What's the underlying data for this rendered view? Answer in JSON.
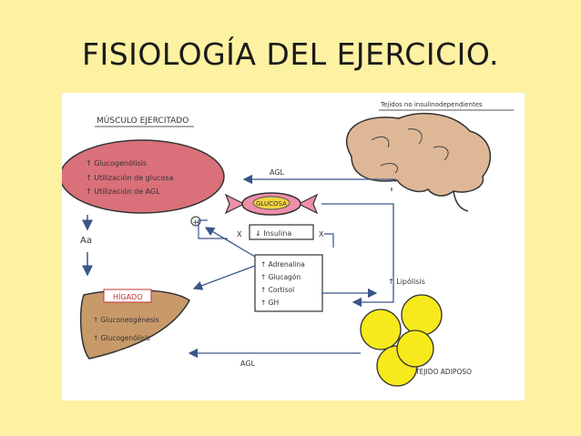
{
  "slide": {
    "title": "FISIOLOGÍA DEL EJERCICIO."
  },
  "diagram": {
    "muscle": {
      "heading": "MÚSCULO EJERCITADO",
      "items": [
        "↑ Glucogenólisis",
        "↑ Utilización de glucosa",
        "↑ Utilización de AGL"
      ]
    },
    "brain_label": "Tejidos no insulinodependientes",
    "glucose_label": "GLUCOSA",
    "insulin_label": "↓ Insulina",
    "hormones": [
      "↑ Adrenalina",
      "↑ Glucagón",
      "↑ Cortisol",
      "↑ GH"
    ],
    "liver": {
      "heading": "HÍGADO",
      "items": [
        "↑ Gluconeogénesis",
        "↑ Glucogenólisis"
      ]
    },
    "adipose_label": "TEJIDO ADIPOSO",
    "lipolysis_label": "↑ Lipólisis",
    "agl_top": "AGL",
    "agl_bottom": "AGL",
    "aa_label": "Aa",
    "plus_sign": "+",
    "x_left": "X",
    "x_right": "X",
    "colors": {
      "muscle_fill": "#d9707a",
      "liver_fill": "#c89a6a",
      "brain_fill": "#deb896",
      "candy_fill": "#ee8fa8",
      "candy_center": "#f2d640",
      "fat_fill": "#f6ea1c",
      "line": "#3a5688"
    }
  }
}
